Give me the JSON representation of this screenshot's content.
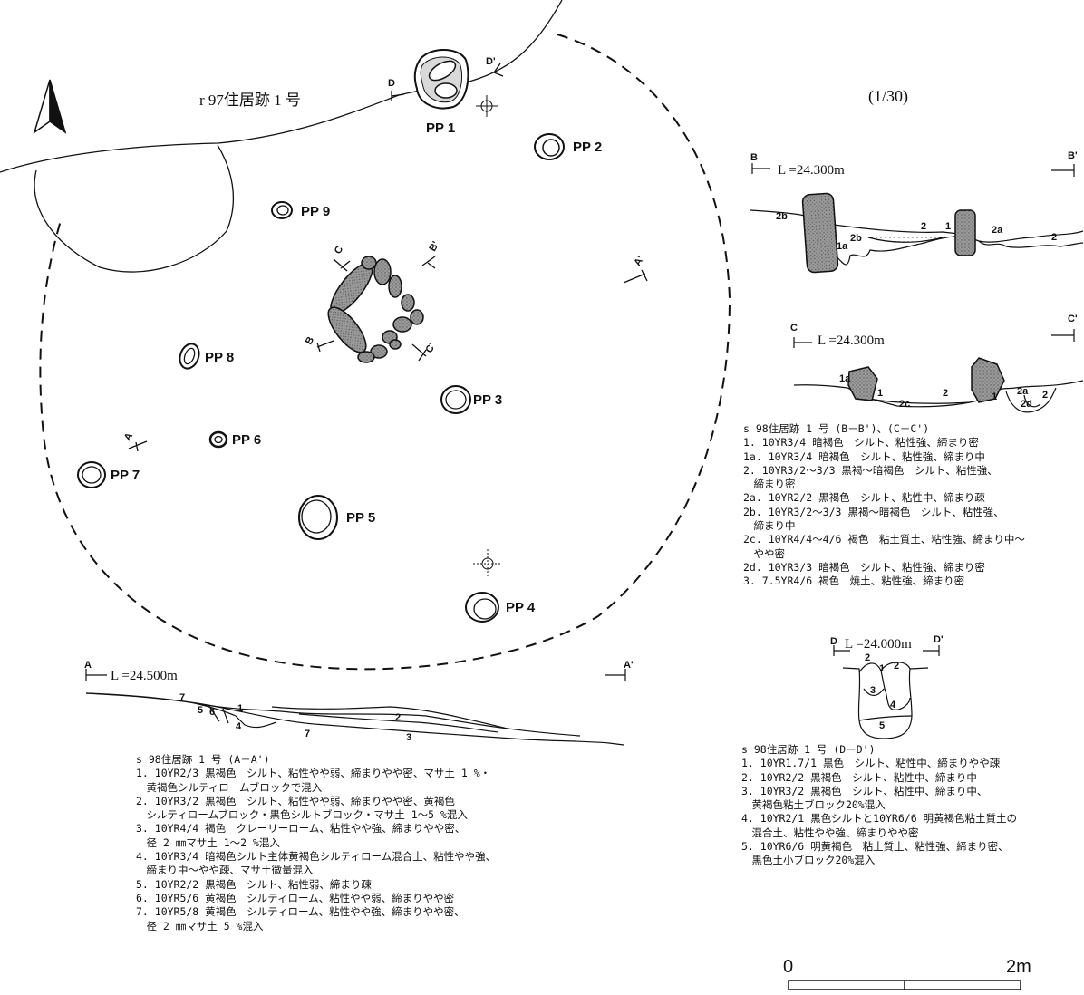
{
  "title_label": "r 97住居跡 1 号",
  "scale_ratio": "(1/30)",
  "postholes": {
    "pp1": "PP 1",
    "pp2": "PP 2",
    "pp3": "PP 3",
    "pp4": "PP 4",
    "pp5": "PP 5",
    "pp6": "PP 6",
    "pp7": "PP 7",
    "pp8": "PP 8",
    "pp9": "PP 9"
  },
  "section_marks": {
    "a": "A",
    "a_prime": "A'",
    "b": "B",
    "b_prime": "B'",
    "c": "C",
    "c_prime": "C'",
    "d": "D",
    "d_prime": "D'"
  },
  "levels": {
    "aa": "L =24.500m",
    "bb": "L =24.300m",
    "cc": "L =24.300m",
    "dd": "L =24.000m"
  },
  "layer_numbers": {
    "bb": [
      "2b",
      "1a",
      "2b",
      "2",
      "1",
      "2a",
      "2"
    ],
    "cc": [
      "1a",
      "1",
      "2c",
      "2",
      "1",
      "2a",
      "2d",
      "2"
    ],
    "dd": [
      "2",
      "1",
      "2",
      "3",
      "4",
      "5"
    ],
    "aa": [
      "7",
      "5",
      "6",
      "1",
      "4",
      "2",
      "7",
      "3"
    ]
  },
  "notes_bc": [
    "s 98住居跡 1 号 (B－B')、(C－C')",
    "1. 10YR3/4 暗褐色　シルト、粘性強、締まり密",
    "1a. 10YR3/4 暗褐色　シルト、粘性強、締まり中",
    "2. 10YR3/2～3/3 黒褐～暗褐色　シルト、粘性強、",
    "　締まり密",
    "2a. 10YR2/2 黒褐色　シルト、粘性中、締まり疎",
    "2b. 10YR3/2～3/3 黒褐～暗褐色　シルト、粘性強、",
    "　締まり中",
    "2c. 10YR4/4～4/6 褐色　粘土質土、粘性強、締まり中～",
    "　やや密",
    "2d. 10YR3/3 暗褐色　シルト、粘性強、締まり密",
    "3. 7.5YR4/6 褐色　焼土、粘性強、締まり密"
  ],
  "notes_aa": [
    "s 98住居跡 1 号 (A－A')",
    "1. 10YR2/3 黒褐色　シルト、粘性やや弱、締まりやや密、マサ土 1 %・",
    "　黄褐色シルティロームブロックで混入",
    "2. 10YR3/2 黒褐色　シルト、粘性やや弱、締まりやや密、黄褐色",
    "　シルティロームブロック・黒色シルトブロック・マサ土 1～5 %混入",
    "3. 10YR4/4 褐色　クレーリーローム、粘性やや強、締まりやや密、",
    "　径 2 ㎜マサ土 1～2 %混入",
    "4. 10YR3/4 暗褐色シルト主体黄褐色シルティローム混合土、粘性やや強、",
    "　締まり中～やや疎、マサ土微量混入",
    "5. 10YR2/2 黒褐色　シルト、粘性弱、締まり疎",
    "6. 10YR5/6 黄褐色　シルティローム、粘性やや弱、締まりやや密",
    "7. 10YR5/8 黄褐色　シルティローム、粘性やや強、締まりやや密、",
    "　径 2 ㎜マサ土 5 %混入"
  ],
  "notes_dd": [
    "s 98住居跡 1 号 (D－D')",
    "1. 10YR1.7/1 黒色　シルト、粘性中、締まりやや疎",
    "2. 10YR2/2 黒褐色　シルト、粘性中、締まり中",
    "3. 10YR3/2 黒褐色　シルト、粘性中、締まり中、",
    "　黄褐色粘土ブロック20%混入",
    "4. 10YR2/1 黒色シルトと10YR6/6 明黄褐色粘土質土の",
    "　混合土、粘性やや強、締まりやや密",
    "5. 10YR6/6 明黄褐色　粘土質土、粘性強、締まり密、",
    "　黒色土小ブロック20%混入"
  ],
  "scale_bar": {
    "start": "0",
    "end": "2m"
  },
  "colors": {
    "ink": "#111111",
    "stone": "#8a8a8a",
    "paper": "#ffffff"
  }
}
